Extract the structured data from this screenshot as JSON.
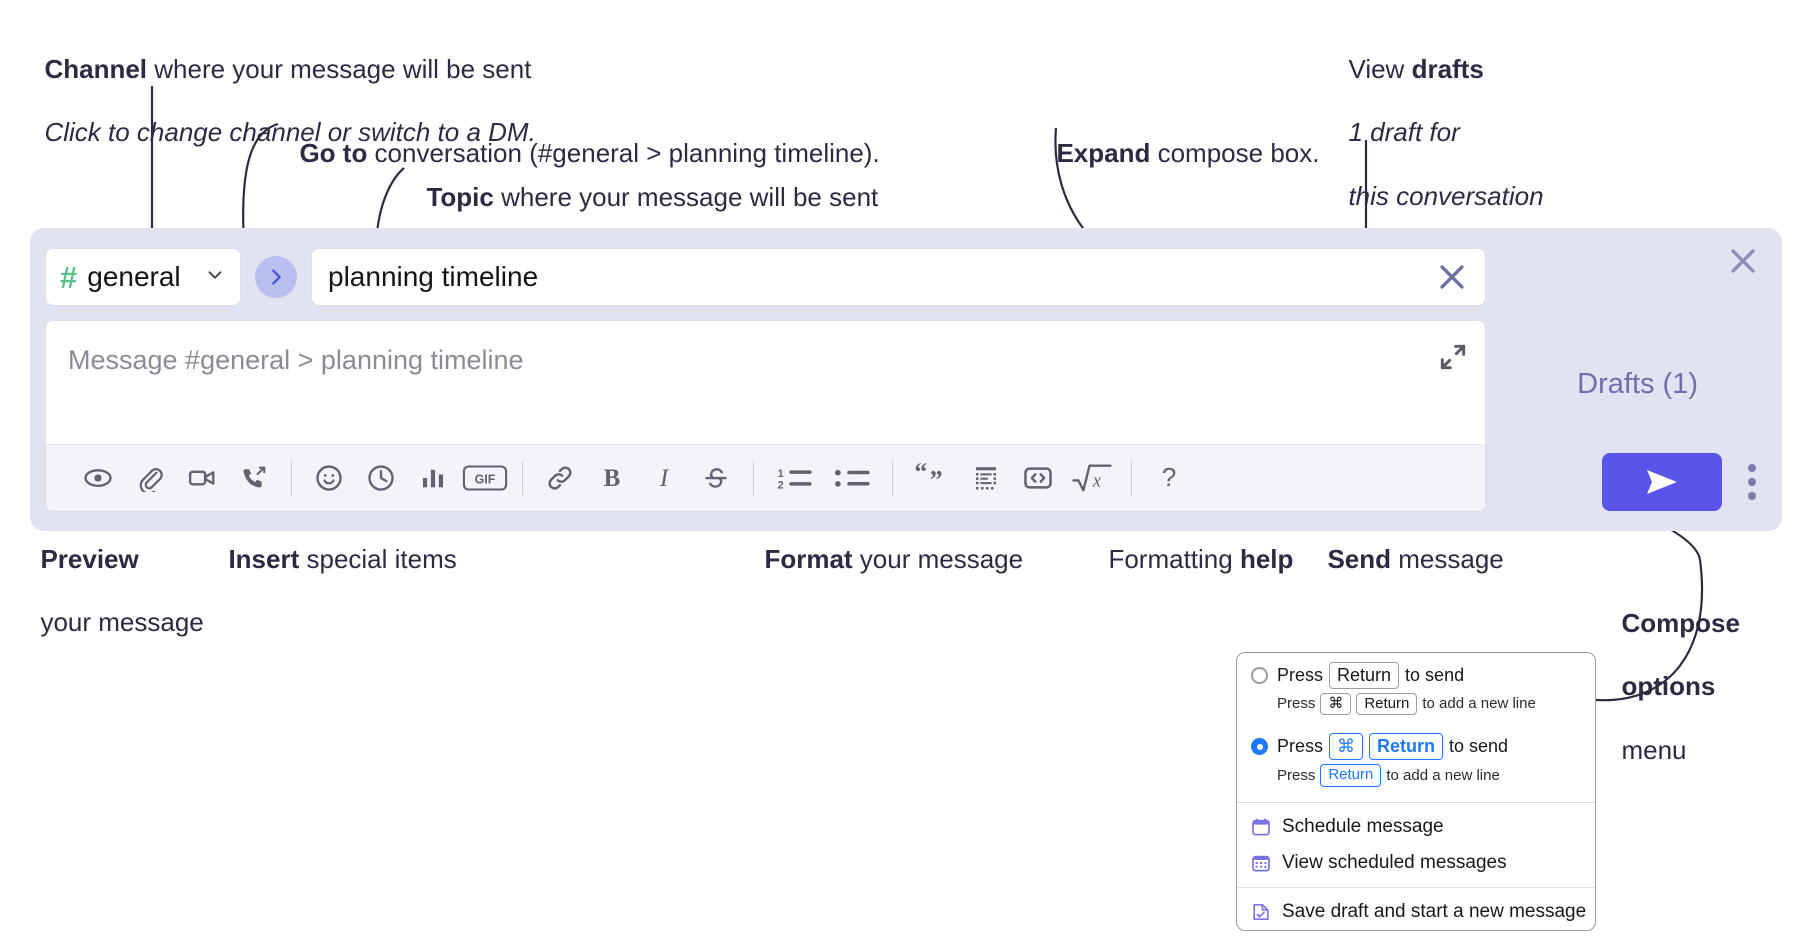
{
  "annotations": {
    "channel": {
      "bold": "Channel",
      "rest": " where your message will be sent",
      "italic": "Click to change channel or switch to a DM."
    },
    "goto": {
      "bold": "Go to",
      "rest": " conversation (#general > planning timeline)."
    },
    "topic": {
      "bold": "Topic",
      "rest": " where your message will be sent"
    },
    "expand": {
      "bold": "Expand",
      "rest": " compose box."
    },
    "drafts": {
      "plain": "View ",
      "bold": "drafts",
      "italic1": "1 draft for",
      "italic2": "this conversation"
    },
    "preview": {
      "bold": "Preview",
      "rest": "your message"
    },
    "insert": {
      "bold": "Insert",
      "rest": " special items"
    },
    "format": {
      "bold": "Format",
      "rest": " your message"
    },
    "help": {
      "plain": "Formatting ",
      "bold": "help"
    },
    "send": {
      "bold": "Send",
      "rest": " message"
    },
    "compose_options": {
      "bold1": "Compose",
      "bold2": "options",
      "rest": "menu"
    }
  },
  "compose": {
    "channel_name": "general",
    "channel_hash": "#",
    "topic_value": "planning timeline",
    "message_placeholder": "Message #general > planning timeline",
    "drafts_label": "Drafts (1)",
    "toolbar_icons": [
      "eye-icon",
      "paperclip-icon",
      "video-camera-icon",
      "phone-forward-icon",
      "emoji-icon",
      "clock-icon",
      "poll-bar-chart-icon",
      "gif-icon",
      "link-icon",
      "bold-icon",
      "italic-icon",
      "strikethrough-icon",
      "ordered-list-icon",
      "bulleted-list-icon",
      "blockquote-icon",
      "code-block-icon",
      "code-icon",
      "math-icon",
      "help-question-icon"
    ],
    "send_icon": "send-paper-plane-icon",
    "kebab_icon": "more-options-icon",
    "close_icon": "close-icon",
    "expand_icon": "expand-icon",
    "goto_icon": "chevron-right-icon",
    "caret_icon": "chevron-down-icon",
    "clear_icon": "clear-topic-icon"
  },
  "menu": {
    "option1": {
      "prefix": "Press",
      "key": "Return",
      "suffix": "to send",
      "selected": false,
      "sub_prefix": "Press",
      "sub_key1": "⌘",
      "sub_key2": "Return",
      "sub_suffix": "to add a new line"
    },
    "option2": {
      "prefix": "Press",
      "key1": "⌘",
      "key2": "Return",
      "suffix": "to send",
      "selected": true,
      "sub_prefix": "Press",
      "sub_key": "Return",
      "sub_suffix": "to add a new line"
    },
    "items": [
      {
        "label": "Schedule message",
        "icon": "calendar-icon"
      },
      {
        "label": "View scheduled messages",
        "icon": "calendar-grid-icon"
      },
      {
        "label": "Save draft and start a new message",
        "icon": "save-draft-icon"
      }
    ]
  },
  "colors": {
    "panel_bg": "#e2e3f0",
    "accent_purple": "#5a54e8",
    "hash_green": "#5bbf8a",
    "drafts_text": "#6f6fae",
    "menu_blue": "#1d7afc",
    "ink": "#2d2b41"
  }
}
